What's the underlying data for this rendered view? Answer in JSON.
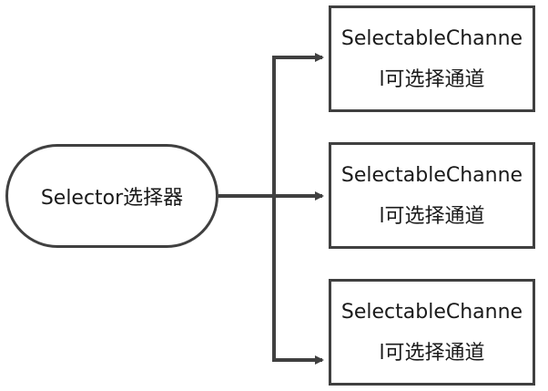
{
  "diagram": {
    "source": {
      "label": "Selector选择器"
    },
    "targets": [
      {
        "line1": "SelectableChanne",
        "line2": "l可选择通道"
      },
      {
        "line1": "SelectableChanne",
        "line2": "l可选择通道"
      },
      {
        "line1": "SelectableChanne",
        "line2": "l可选择通道"
      }
    ],
    "colors": {
      "stroke": "#404040",
      "background": "#ffffff"
    }
  }
}
